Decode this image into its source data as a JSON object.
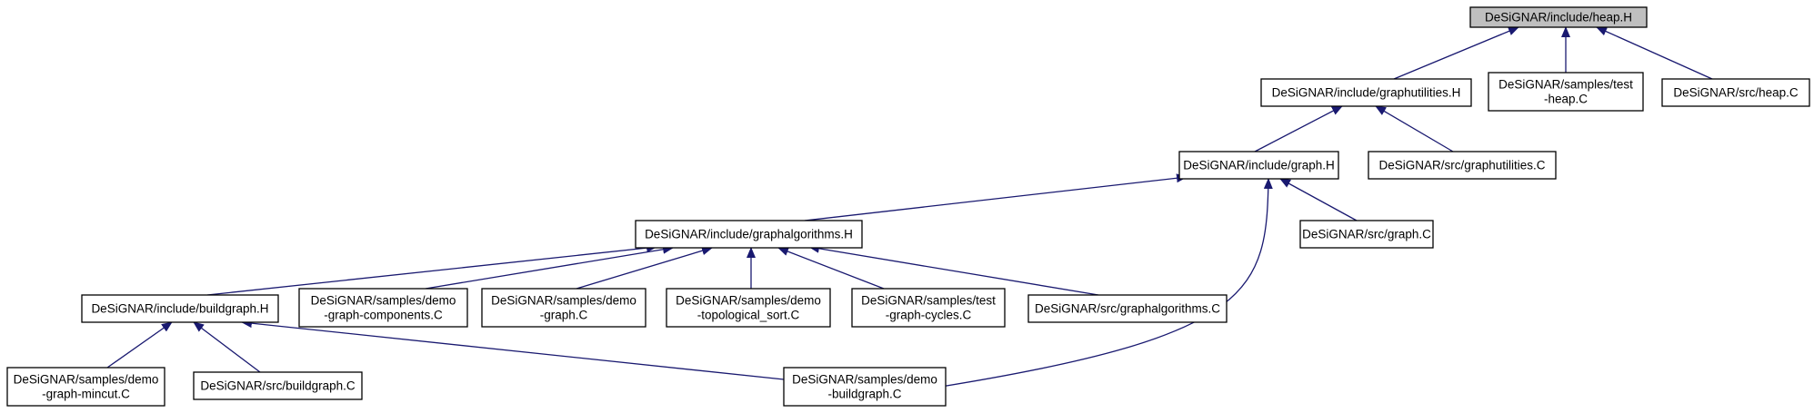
{
  "colors": {
    "edge": "#191970",
    "node_fill": "#ffffff",
    "root_fill": "#bfbfbf",
    "node_border": "#000000"
  },
  "nodes": [
    {
      "id": "heap_h",
      "lines": [
        "DeSiGNAR/include/heap.H"
      ],
      "root": true
    },
    {
      "id": "graphutilities_h",
      "lines": [
        "DeSiGNAR/include/graphutilities.H"
      ]
    },
    {
      "id": "test_heap_c",
      "lines": [
        "DeSiGNAR/samples/test",
        "-heap.C"
      ]
    },
    {
      "id": "src_heap_c",
      "lines": [
        "DeSiGNAR/src/heap.C"
      ]
    },
    {
      "id": "graph_h",
      "lines": [
        "DeSiGNAR/include/graph.H"
      ]
    },
    {
      "id": "src_graphutilities_c",
      "lines": [
        "DeSiGNAR/src/graphutilities.C"
      ]
    },
    {
      "id": "graphalgorithms_h",
      "lines": [
        "DeSiGNAR/include/graphalgorithms.H"
      ]
    },
    {
      "id": "src_graph_c",
      "lines": [
        "DeSiGNAR/src/graph.C"
      ]
    },
    {
      "id": "buildgraph_h",
      "lines": [
        "DeSiGNAR/include/buildgraph.H"
      ]
    },
    {
      "id": "demo_graph_components_c",
      "lines": [
        "DeSiGNAR/samples/demo",
        "-graph-components.C"
      ]
    },
    {
      "id": "demo_graph_c",
      "lines": [
        "DeSiGNAR/samples/demo",
        "-graph.C"
      ]
    },
    {
      "id": "demo_topological_sort_c",
      "lines": [
        "DeSiGNAR/samples/demo",
        "-topological_sort.C"
      ]
    },
    {
      "id": "test_graph_cycles_c",
      "lines": [
        "DeSiGNAR/samples/test",
        "-graph-cycles.C"
      ]
    },
    {
      "id": "src_graphalgorithms_c",
      "lines": [
        "DeSiGNAR/src/graphalgorithms.C"
      ]
    },
    {
      "id": "demo_graph_mincut_c",
      "lines": [
        "DeSiGNAR/samples/demo",
        "-graph-mincut.C"
      ]
    },
    {
      "id": "src_buildgraph_c",
      "lines": [
        "DeSiGNAR/src/buildgraph.C"
      ]
    },
    {
      "id": "demo_buildgraph_c",
      "lines": [
        "DeSiGNAR/samples/demo",
        "-buildgraph.C"
      ]
    }
  ],
  "edges": [
    {
      "from": "graphutilities_h",
      "to": "heap_h"
    },
    {
      "from": "test_heap_c",
      "to": "heap_h"
    },
    {
      "from": "src_heap_c",
      "to": "heap_h"
    },
    {
      "from": "graph_h",
      "to": "graphutilities_h"
    },
    {
      "from": "src_graphutilities_c",
      "to": "graphutilities_h"
    },
    {
      "from": "graphalgorithms_h",
      "to": "graph_h"
    },
    {
      "from": "src_graph_c",
      "to": "graph_h"
    },
    {
      "from": "demo_buildgraph_c",
      "to": "graph_h"
    },
    {
      "from": "buildgraph_h",
      "to": "graphalgorithms_h"
    },
    {
      "from": "demo_graph_components_c",
      "to": "graphalgorithms_h"
    },
    {
      "from": "demo_graph_c",
      "to": "graphalgorithms_h"
    },
    {
      "from": "demo_topological_sort_c",
      "to": "graphalgorithms_h"
    },
    {
      "from": "test_graph_cycles_c",
      "to": "graphalgorithms_h"
    },
    {
      "from": "src_graphalgorithms_c",
      "to": "graphalgorithms_h"
    },
    {
      "from": "demo_graph_mincut_c",
      "to": "buildgraph_h"
    },
    {
      "from": "src_buildgraph_c",
      "to": "buildgraph_h"
    },
    {
      "from": "demo_buildgraph_c",
      "to": "buildgraph_h"
    }
  ]
}
